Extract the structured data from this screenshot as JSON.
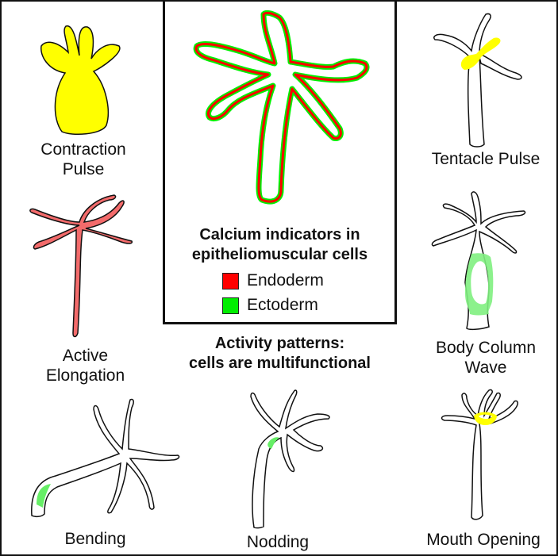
{
  "colors": {
    "endoderm": "#ff0000",
    "ectoderm": "#00ee00",
    "contraction": "#ffff00",
    "elongation": "#f36b6b",
    "wave_green": "#7ff07f",
    "outline": "#111111"
  },
  "center": {
    "title_line1": "Calcium indicators in",
    "title_line2": "epitheliomuscular cells",
    "legend": [
      {
        "label": "Endoderm",
        "color": "#ff0000"
      },
      {
        "label": "Ectoderm",
        "color": "#00ee00"
      }
    ]
  },
  "subtitle": {
    "line1": "Activity patterns:",
    "line2": "cells are multifunctional"
  },
  "panels": {
    "contraction": {
      "line1": "Contraction",
      "line2": "Pulse"
    },
    "tentacle": {
      "line1": "Tentacle Pulse"
    },
    "elongation": {
      "line1": "Active",
      "line2": "Elongation"
    },
    "column_wave": {
      "line1": "Body Column",
      "line2": "Wave"
    },
    "bending": {
      "line1": "Bending"
    },
    "nodding": {
      "line1": "Nodding"
    },
    "mouth": {
      "line1": "Mouth Opening"
    }
  }
}
